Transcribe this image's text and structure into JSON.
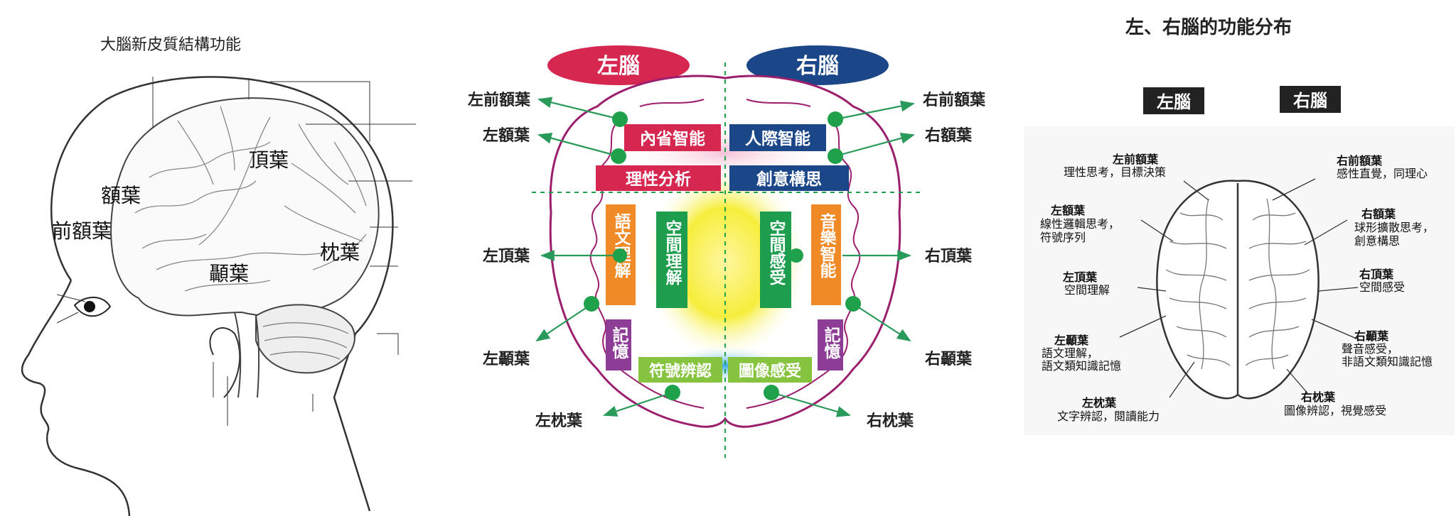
{
  "left_panel": {
    "title": "大腦新皮質結構功能",
    "lobes": {
      "frontal": "額葉",
      "prefrontal": "前額葉",
      "parietal": "頂葉",
      "temporal": "顳葉",
      "occipital": "枕葉"
    }
  },
  "middle_panel": {
    "left_brain": "左腦",
    "right_brain": "右腦",
    "colors": {
      "left_brain": "#d62750",
      "right_brain": "#1b4687",
      "brain_outline": "#9c1f6e",
      "arrow": "#2a9a5a",
      "dot": "#1fa04a",
      "orange": "#f08a26",
      "green_box": "#1d9d4d",
      "purple_box": "#8e3d96",
      "light_green_box": "#86c440"
    },
    "boxes": {
      "intrapersonal": "內省智能",
      "interpersonal": "人際智能",
      "rational_analysis": "理性分析",
      "creative_thinking": "創意構思",
      "language_understanding": "語文理解",
      "spatial_understanding": "空間理解",
      "spatial_feeling": "空間感受",
      "music_intelligence": "音樂智能",
      "memory_left": "記憶",
      "memory_right": "記憶",
      "symbol_recognition": "符號辨認",
      "image_feeling": "圖像感受"
    },
    "outer_labels": {
      "left_prefrontal": "左前額葉",
      "left_frontal": "左額葉",
      "left_parietal": "左頂葉",
      "left_temporal": "左顳葉",
      "left_occipital": "左枕葉",
      "right_prefrontal": "右前額葉",
      "right_frontal": "右額葉",
      "right_parietal": "右頂葉",
      "right_temporal": "右顳葉",
      "right_occipital": "右枕葉"
    }
  },
  "right_panel": {
    "title": "左、右腦的功能分布",
    "left_tag": "左腦",
    "right_tag": "右腦",
    "annotations": {
      "l_prefrontal_h": "左前額葉",
      "l_prefrontal_d": "理性思考，目標決策",
      "l_frontal_h": "左額葉",
      "l_frontal_d1": "線性邏輯思考，",
      "l_frontal_d2": "符號序列",
      "l_parietal_h": "左頂葉",
      "l_parietal_d": "空間理解",
      "l_temporal_h": "左顳葉",
      "l_temporal_d1": "語文理解，",
      "l_temporal_d2": "語文類知識記憶",
      "l_occipital_h": "左枕葉",
      "l_occipital_d": "文字辨認，閱讀能力",
      "r_prefrontal_h": "右前額葉",
      "r_prefrontal_d": "感性直覺，同理心",
      "r_frontal_h": "右額葉",
      "r_frontal_d1": "球形擴散思考，",
      "r_frontal_d2": "創意構思",
      "r_parietal_h": "右頂葉",
      "r_parietal_d": "空間感受",
      "r_temporal_h": "右顳葉",
      "r_temporal_d1": "聲音感受，",
      "r_temporal_d2": "非語文類知識記憶",
      "r_occipital_h": "右枕葉",
      "r_occipital_d": "圖像辨認，視覺感受"
    }
  }
}
